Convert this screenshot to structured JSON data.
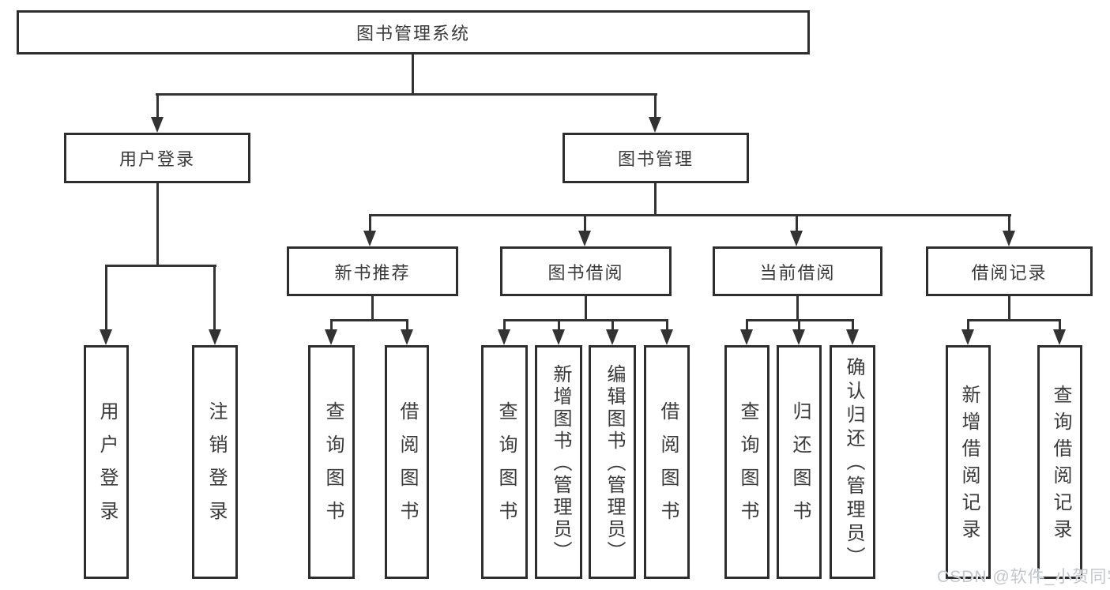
{
  "diagram": {
    "title": "图书管理系统",
    "root": {
      "label": "图书管理系统"
    },
    "level2": [
      {
        "label": "用户登录"
      },
      {
        "label": "图书管理"
      }
    ],
    "level3": [
      {
        "label": "新书推荐"
      },
      {
        "label": "图书借阅"
      },
      {
        "label": "当前借阅"
      },
      {
        "label": "借阅记录"
      }
    ],
    "leaves": {
      "user_login": [
        "用户登录",
        "注销登录"
      ],
      "new_book": [
        "查询图书",
        "借阅图书"
      ],
      "book_borrow": [
        "查询图书",
        "新增图书（管理员）",
        "编辑图书（管理员）",
        "借阅图书"
      ],
      "current_borrow": [
        "查询图书",
        "归还图书",
        "确认归还（管理员）"
      ],
      "borrow_record": [
        "新增借阅记录",
        "查询借阅记录"
      ]
    }
  },
  "watermark": "CSDN @软件_小贺同学",
  "colors": {
    "line": "#333333",
    "border": "#2e2e2e",
    "text": "#3a3a3a",
    "background": "#ffffff",
    "watermark": "#c3c7cb"
  }
}
